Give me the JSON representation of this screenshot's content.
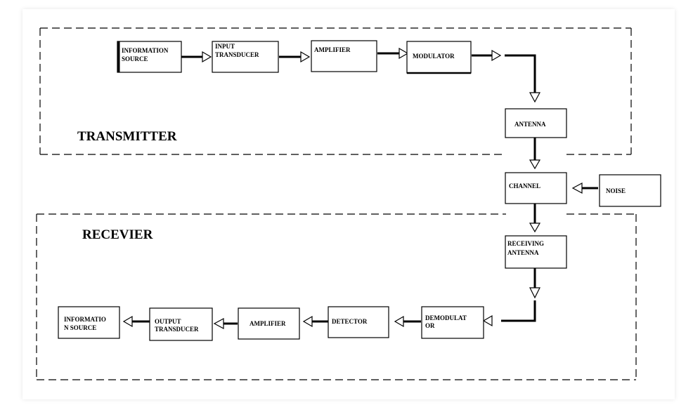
{
  "transmitter": {
    "label": "TRANSMITTER",
    "blocks": {
      "information_source": [
        "INFORMATION",
        "SOURCE"
      ],
      "input_transducer": [
        "INPUT",
        "TRANSDUCER"
      ],
      "amplifier": [
        "AMPLIFIER"
      ],
      "modulator": [
        "MODULATOR"
      ],
      "antenna": [
        "ANTENNA"
      ]
    }
  },
  "channel": {
    "channel": [
      "CHANNEL"
    ],
    "noise": [
      "NOISE"
    ]
  },
  "receiver": {
    "label": "RECEVIER",
    "blocks": {
      "receiving_antenna": [
        "RECEIVING",
        "ANTENNA"
      ],
      "demodulator": [
        "DEMODULAT",
        "OR"
      ],
      "detector": [
        "DETECTOR"
      ],
      "amplifier": [
        "AMPLIFIER"
      ],
      "output_transducer": [
        "OUTPUT",
        "TRANSDUCER"
      ],
      "information_source": [
        "INFORMATIO",
        "N SOURCE"
      ]
    }
  }
}
